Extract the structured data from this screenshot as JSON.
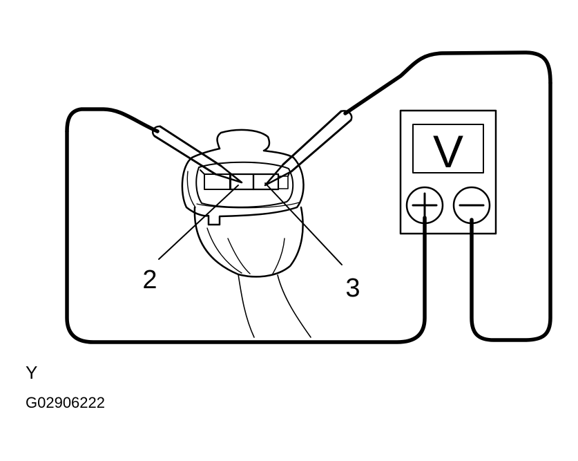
{
  "diagram": {
    "pin_left_label": "2",
    "pin_right_label": "3",
    "meter_label": "V",
    "plus_symbol": "+",
    "minus_symbol": "−",
    "caption_letter": "Y",
    "figure_id": "G02906222"
  },
  "icons": {
    "meter": "voltmeter-icon",
    "probe": "test-probe-icon",
    "connector": "electrical-connector-icon"
  }
}
